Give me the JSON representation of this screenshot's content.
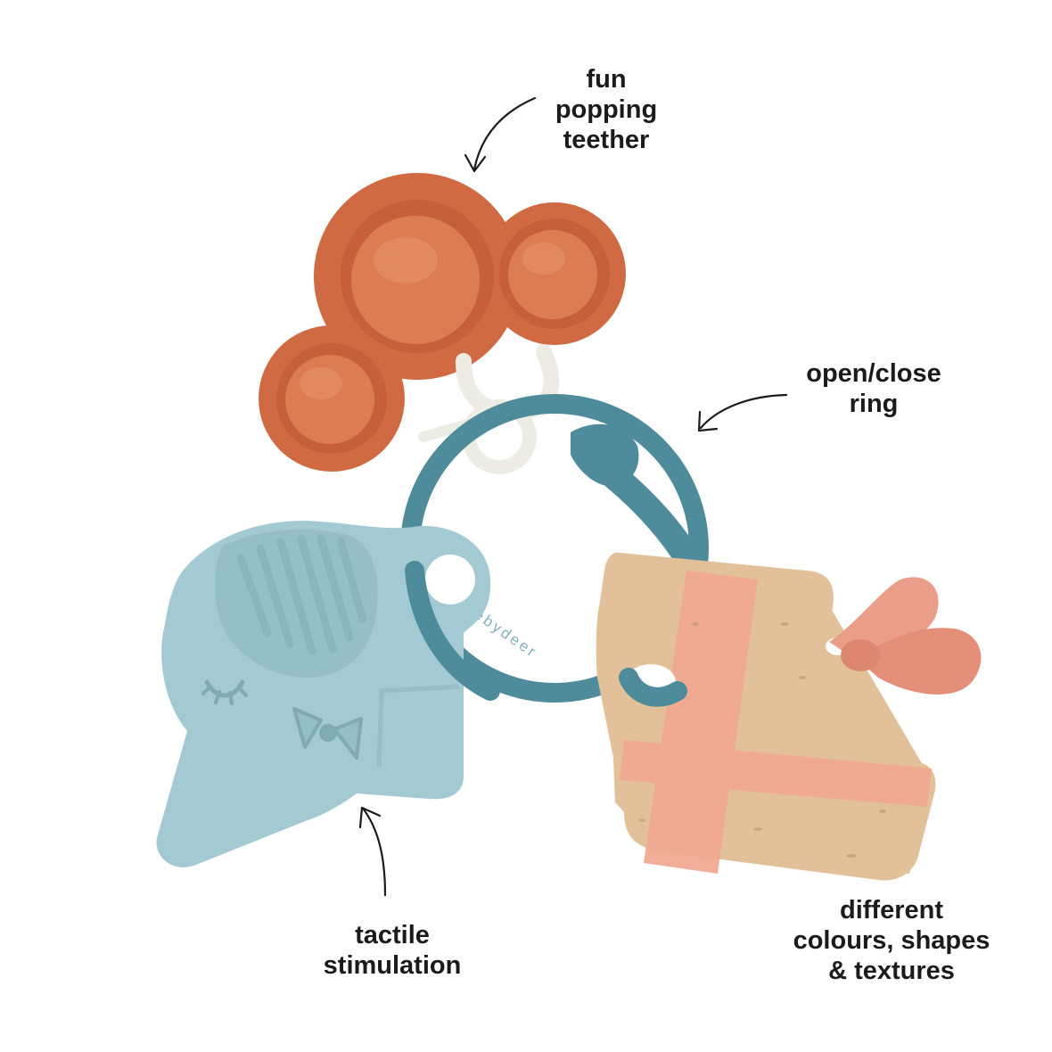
{
  "callouts": {
    "popping": {
      "lines": [
        "fun",
        "popping",
        "teether"
      ]
    },
    "ring": {
      "lines": [
        "open/close",
        "ring"
      ]
    },
    "tactile": {
      "lines": [
        "tactile",
        "stimulation"
      ]
    },
    "textures": {
      "lines": [
        "different",
        "colours, shapes",
        "& textures"
      ]
    }
  },
  "ring_brand": "donebydeer",
  "colors": {
    "background": "#ffffff",
    "text": "#1b1b1b",
    "popper": "#cf6a43",
    "popper_bubble": "#dc7c52",
    "connector": "#ecece4",
    "ring": "#4f8c9b",
    "elephant": "#a3c9d2",
    "wood": "#e2c09a",
    "cross": "#f0a991",
    "plush": "#ea9d88"
  },
  "icons": [
    "arrow-popping-icon",
    "arrow-ring-icon",
    "arrow-tactile-icon",
    "elephant-eye-icon",
    "elephant-bow-icon"
  ]
}
